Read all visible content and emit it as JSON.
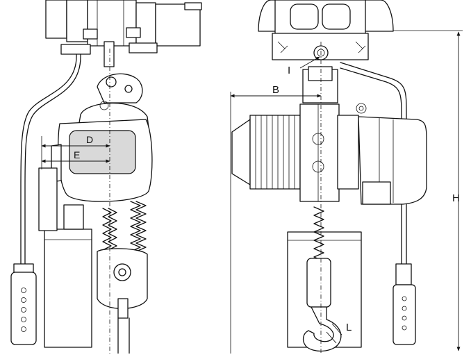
{
  "diagram": {
    "dimension_labels": {
      "B": "B",
      "D": "D",
      "E": "E",
      "H": "H",
      "I": "I",
      "L": "L"
    },
    "views": [
      "front-view",
      "side-view"
    ]
  }
}
